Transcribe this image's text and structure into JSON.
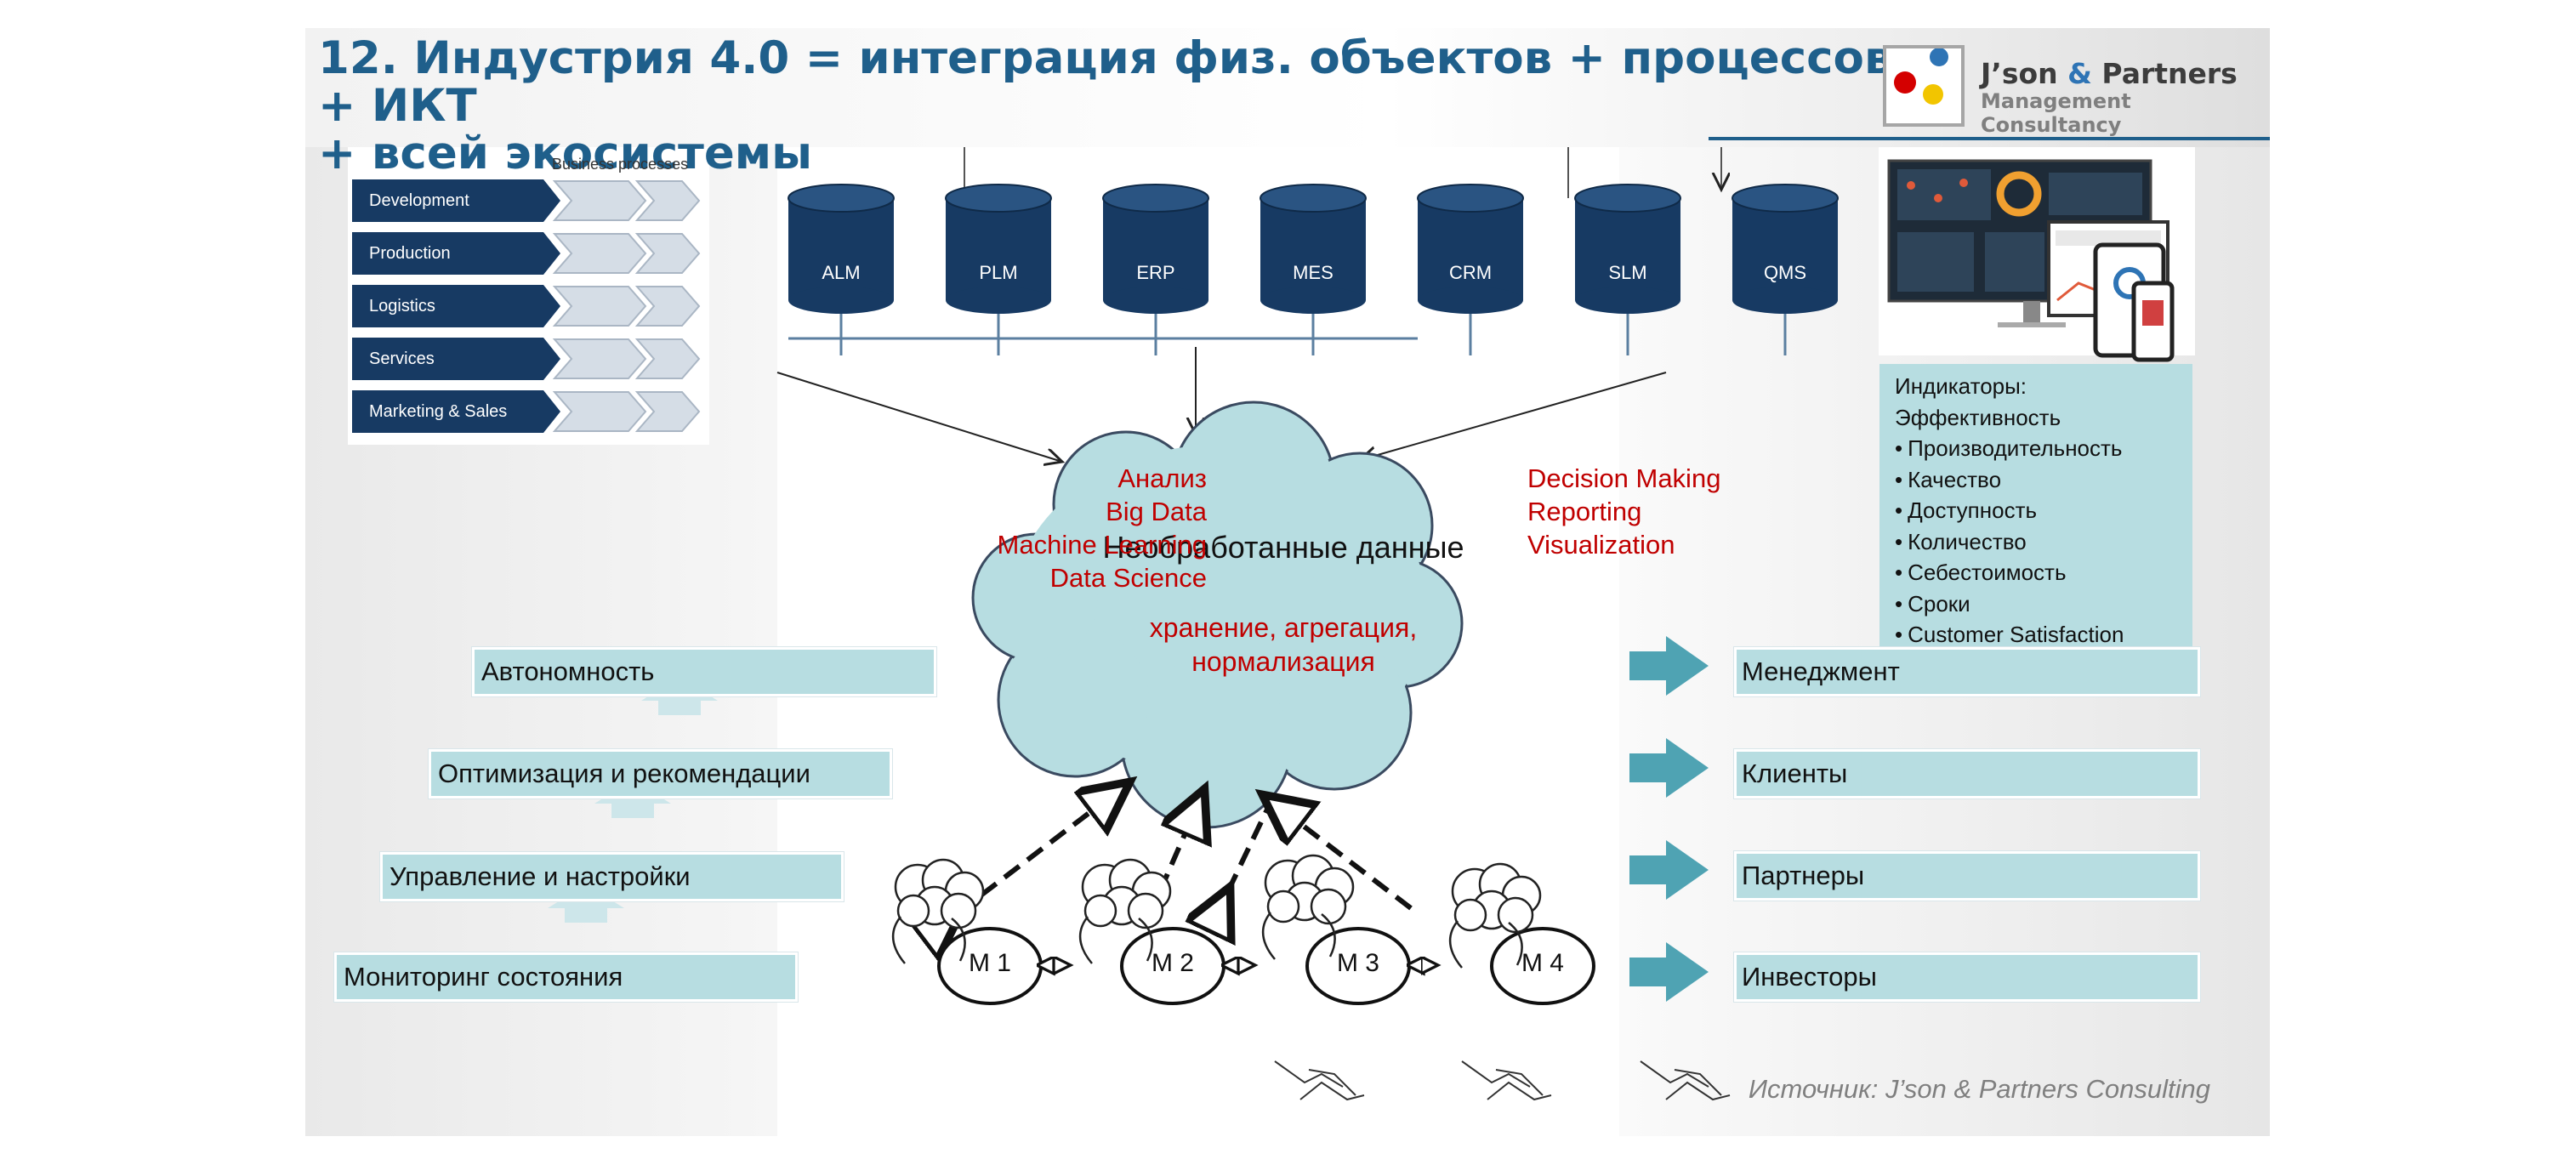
{
  "title": {
    "line1": "12. Индустрия 4.0 = интеграция физ. объектов + процессов + ИКТ",
    "line2": "+ всей экосистемы"
  },
  "logo": {
    "name_part1": "J’son ",
    "name_amp": "&",
    "name_part2": " Partners",
    "subtitle": "Management Consultancy"
  },
  "business_processes": {
    "caption": "Business processes",
    "items": [
      "Development",
      "Production",
      "Logistics",
      "Services",
      "Marketing & Sales"
    ]
  },
  "databases": [
    "ALM",
    "PLM",
    "ERP",
    "MES",
    "CRM",
    "SLM",
    "QMS"
  ],
  "cloud": {
    "title": "Необработанные данные",
    "sub_line1": "хранение, агрегация,",
    "sub_line2": "нормализация"
  },
  "analysis_labels": [
    "Анализ",
    "Big Data",
    "Machine Learning",
    "Data Science"
  ],
  "decision_labels": [
    "Decision Making",
    "Reporting",
    "Visualization"
  ],
  "indicators": {
    "heading1": "Индикаторы:",
    "heading2": "Эффективность",
    "items": [
      "Производительность",
      "Качество",
      "Доступность",
      "Количество",
      "Себестоимость",
      "Сроки",
      "Customer Satisfaction"
    ]
  },
  "maturity_levels": [
    "Автономность",
    "Оптимизация  и рекомендации",
    "Управление и настройки",
    "Мониторинг состояния"
  ],
  "machines": [
    "M 1",
    "M 2",
    "M 3",
    "M 4"
  ],
  "stakeholders": [
    "Менеджмент",
    "Клиенты",
    "Партнеры",
    "Инвесторы"
  ],
  "source": "Источник: J’son & Partners Consulting",
  "colors": {
    "title_blue": "#1f5f8b",
    "navy": "#173a63",
    "light_teal": "#b7dde1",
    "red_text": "#c00000",
    "arrow_teal": "#4fa3b3"
  }
}
